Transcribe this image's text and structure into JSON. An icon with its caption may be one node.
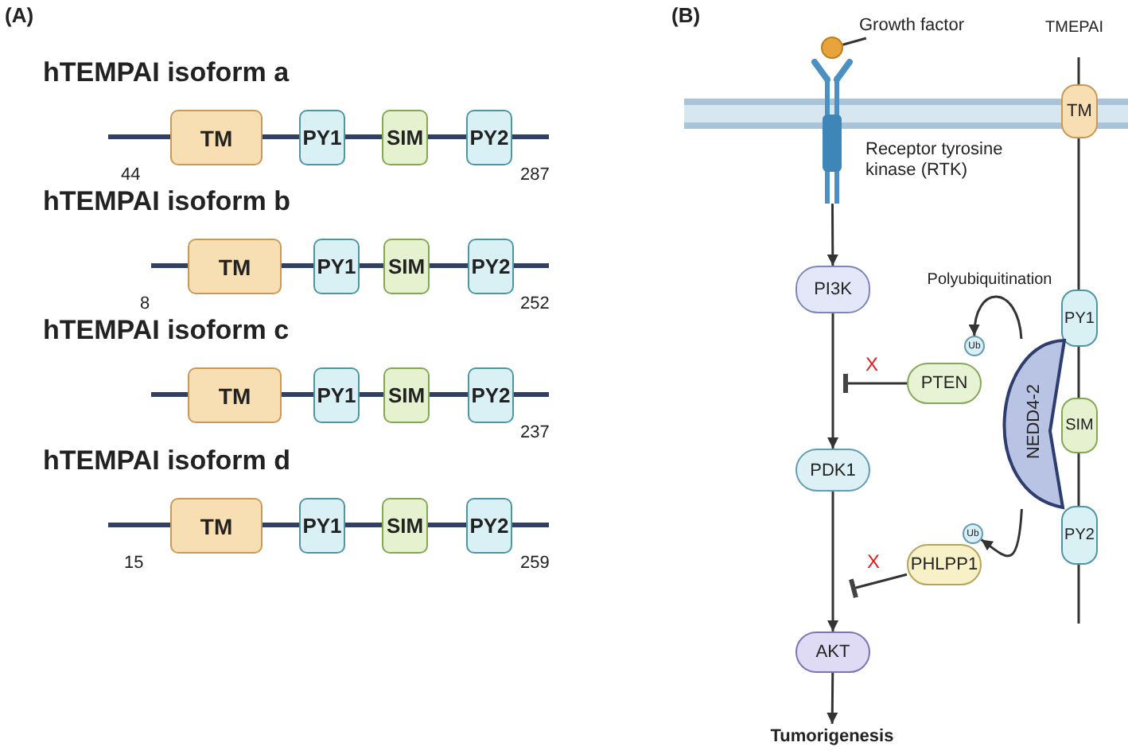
{
  "diagram": {
    "nodes": [
      {
        "text": [
          "TM"
        ]
      },
      {
        "text": [
          "PY1"
        ]
      },
      {
        "text": [
          "SIM"
        ]
      },
      {
        "text": [
          "PY2"
        ]
      },
      {
        "text": [
          "TM"
        ]
      },
      {
        "text": [
          "PY1"
        ]
      },
      {
        "text": [
          "SIM"
        ]
      },
      {
        "text": [
          "PY2"
        ]
      },
      {
        "text": [
          "TM"
        ]
      },
      {
        "text": [
          "PY1"
        ]
      },
      {
        "text": [
          "SIM"
        ]
      },
      {
        "text": [
          "PY2"
        ]
      },
      {
        "text": [
          "TM"
        ]
      },
      {
        "text": [
          "PY1"
        ]
      },
      {
        "text": [
          "SIM"
        ]
      },
      {
        "text": [
          "PY2"
        ]
      },
      {
        "text": [
          "Growth factor"
        ]
      },
      {
        "text": [],
        "shape": "circle"
      },
      {
        "text": [
          "TM"
        ]
      },
      {
        "text": [],
        "shape": "receptor",
        "beside": [
          "Receptor tyrosine kinase (RTK)"
        ]
      },
      {
        "text": [
          "PI3K"
        ]
      },
      {
        "text": [
          "Ub"
        ]
      },
      {
        "text": [
          "PY1"
        ]
      },
      {
        "text": [
          "PTEN"
        ]
      },
      {
        "text": [
          "NEDD4-2"
        ]
      },
      {
        "text": [
          "SIM"
        ]
      },
      {
        "text": [
          "PDK1"
        ]
      },
      {
        "text": [
          "Ub"
        ]
      },
      {
        "text": [
          "PY2"
        ]
      },
      {
        "text": [
          "PHLPP1"
        ]
      },
      {
        "text": [
          "AKT"
        ]
      },
      {
        "text": [
          "Tumorigenesis"
        ]
      }
    ],
    "edges": [
      {
        "from": 16,
        "to": 17,
        "arrow": "none"
      },
      {
        "from": 19,
        "to": 20,
        "arrow": "to"
      },
      {
        "from": 20,
        "to": 26,
        "arrow": "to"
      },
      {
        "from": 23,
        "to": null,
        "arrow": "other",
        "label": "X"
      },
      {
        "from": 26,
        "to": 30,
        "arrow": "to"
      },
      {
        "from": 29,
        "to": null,
        "arrow": "other",
        "label": "X"
      },
      {
        "from": 30,
        "to": 31,
        "arrow": "to"
      },
      {
        "from": 24,
        "to": 21,
        "arrow": "to",
        "label": "Polyubiquitination"
      },
      {
        "from": 24,
        "to": 27,
        "arrow": "to"
      }
    ],
    "labels": [
      "(A)",
      "(B)",
      "hTEMPAI isoform a",
      "44",
      "287",
      "hTEMPAI isoform b",
      "8",
      "252",
      "hTEMPAI isoform c",
      "237",
      "hTEMPAI isoform d",
      "15",
      "259",
      "TMEPAI"
    ]
  }
}
